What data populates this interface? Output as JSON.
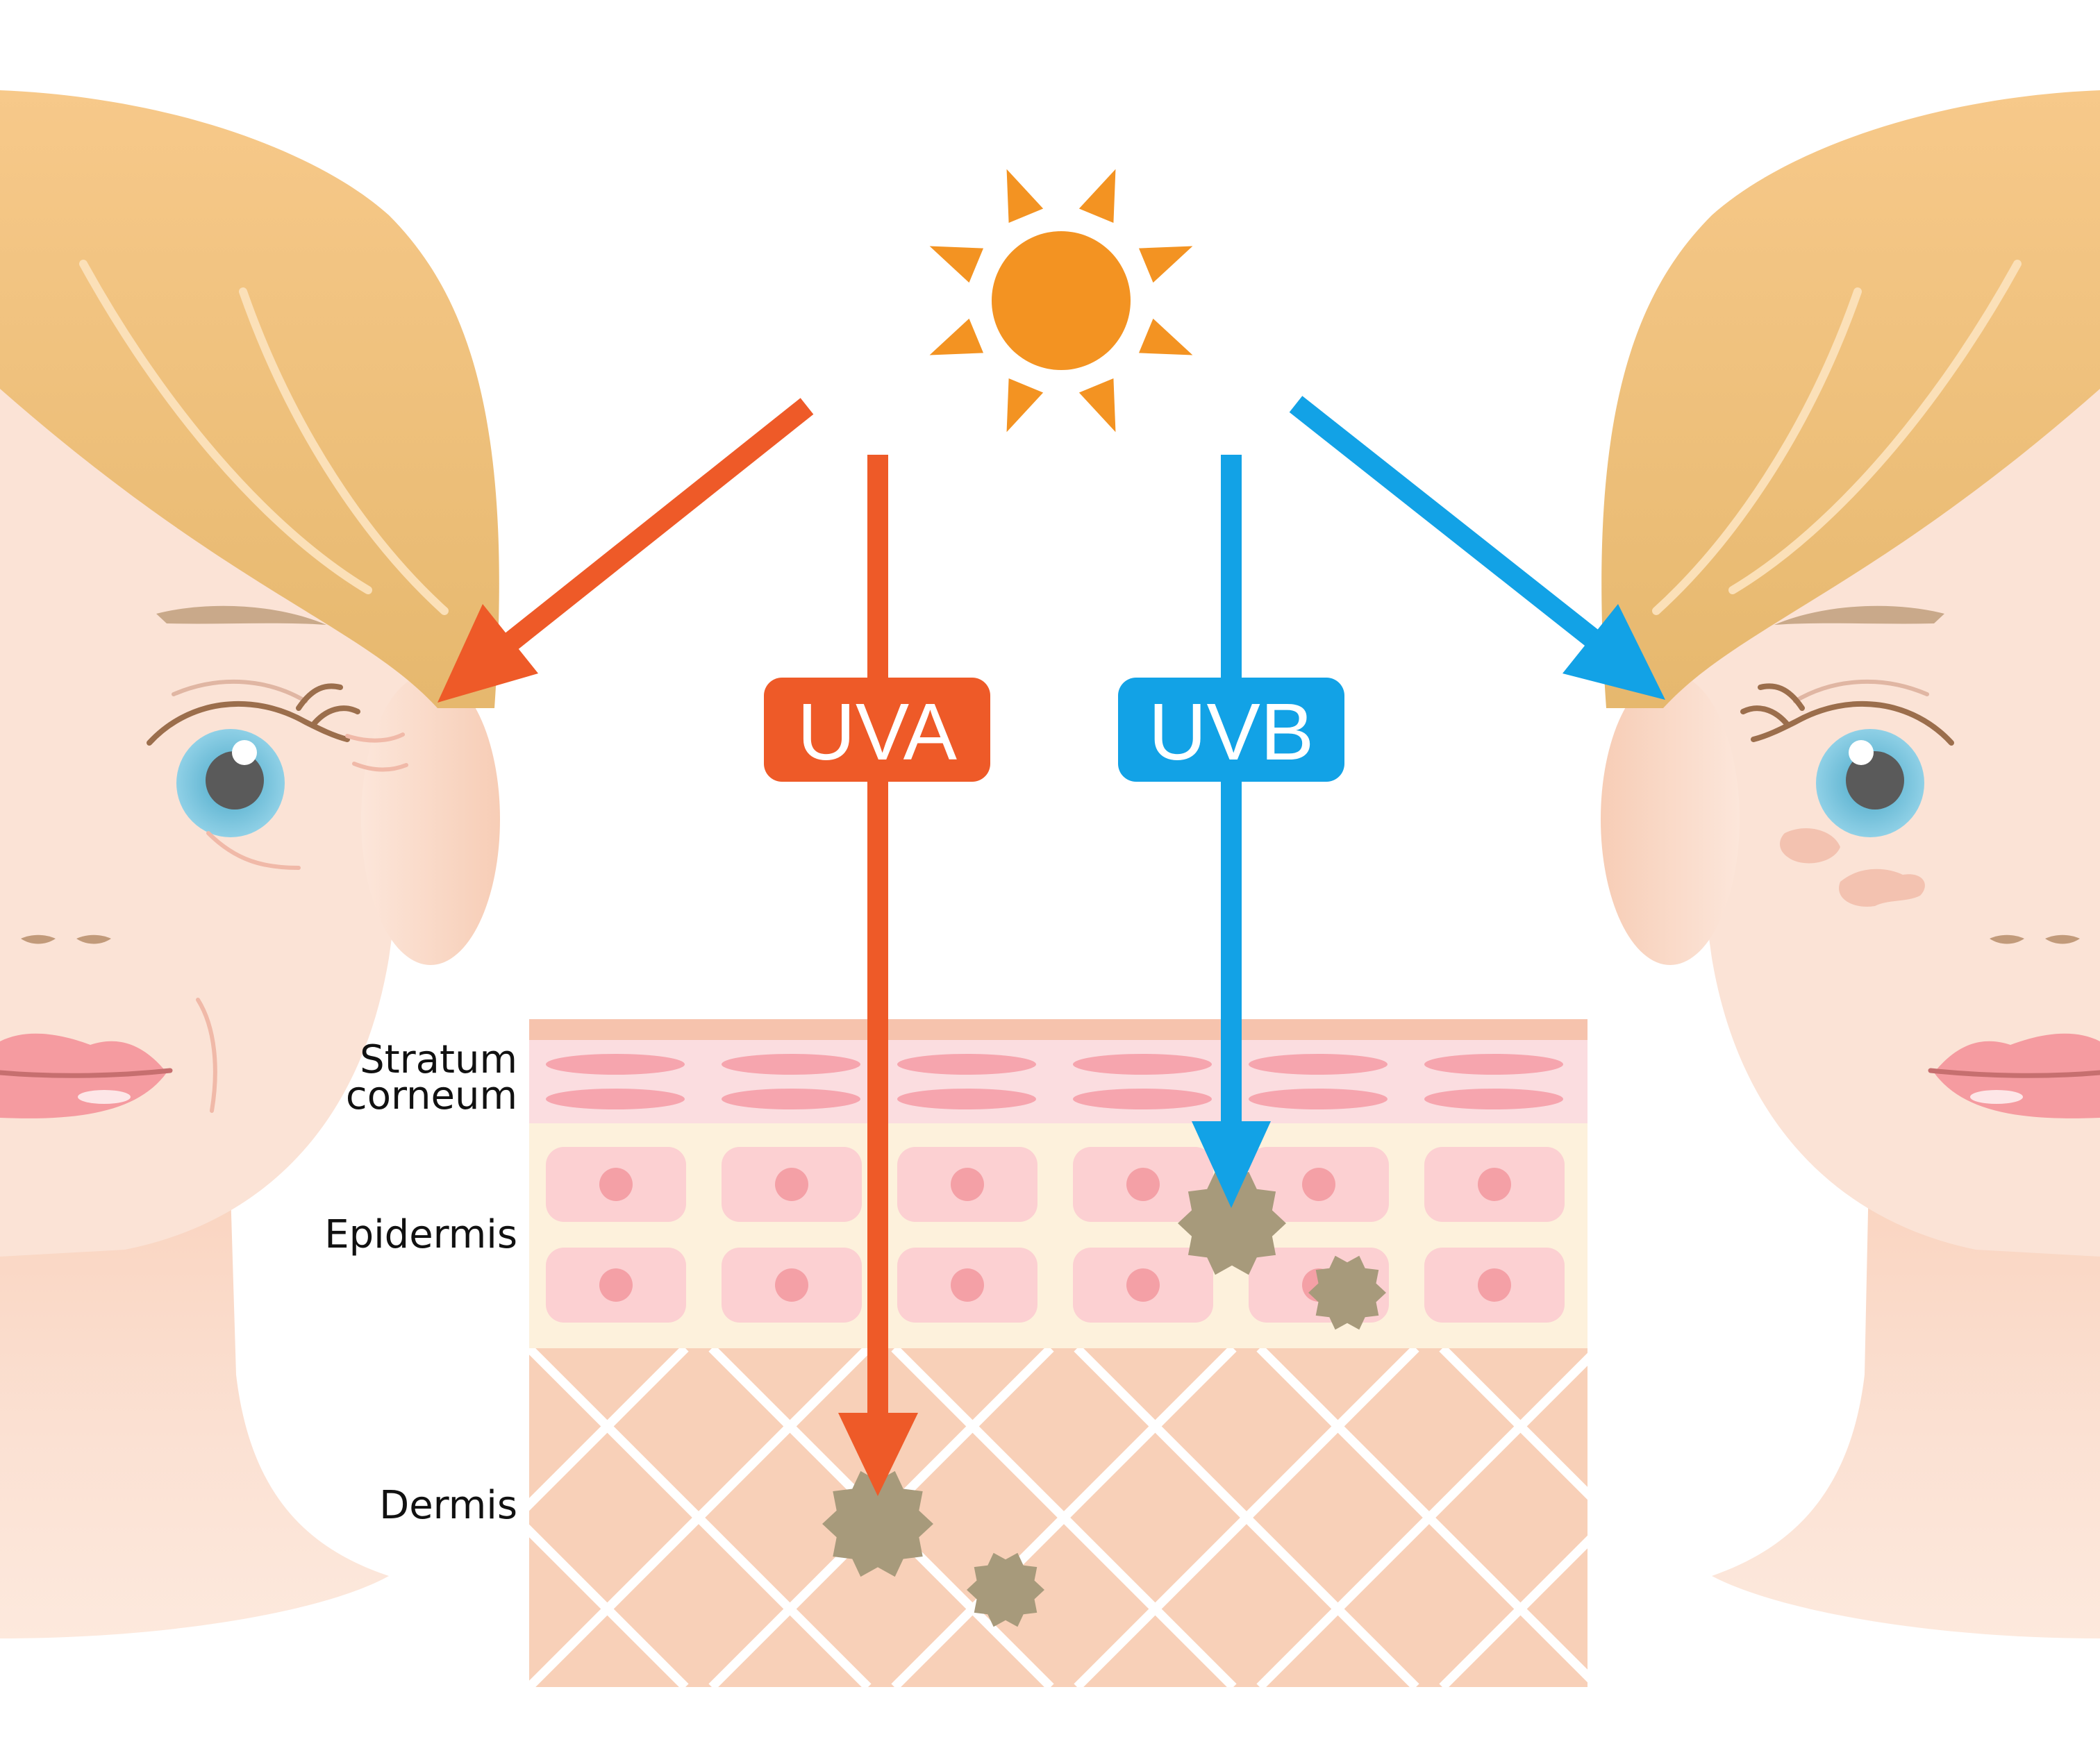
{
  "labels": {
    "stratum_line1": "Stratum",
    "stratum_line2": "corneum",
    "epidermis": "Epidermis",
    "dermis": "Dermis"
  },
  "badges": {
    "uva": "UVA",
    "uvb": "UVB"
  },
  "colors": {
    "uva": "#ee5a28",
    "uvb": "#12a2e6",
    "sun": "#f39322",
    "skin": "#fbe3d6",
    "hair": "#eec383",
    "melanin": "#a79a7b",
    "stratum": "#fbdde0",
    "epidermis": "#fdf1dc",
    "dermis": "#f8d0b8"
  },
  "icons": [
    "sun-icon",
    "uva-arrow",
    "uvb-arrow",
    "melanin-spot"
  ]
}
